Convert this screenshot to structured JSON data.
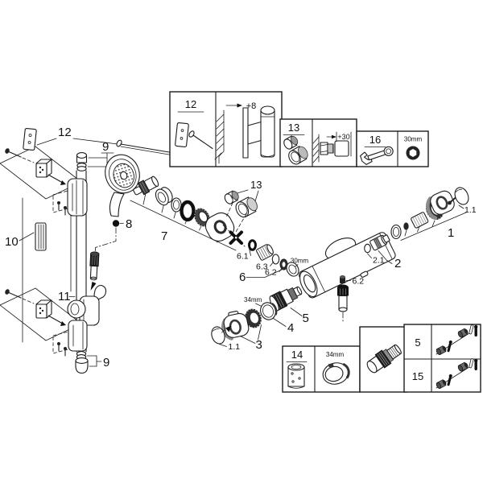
{
  "callouts": {
    "n1": "1",
    "n1_1": "1.1",
    "n2": "2",
    "n2_1": "2.1",
    "n3": "3",
    "n4": "4",
    "n5": "5",
    "n6": "6",
    "n6_1": "6.1",
    "n6_2": "6.2",
    "n6_3": "6.3",
    "n7": "7",
    "n8": "8",
    "n9": "9",
    "n10": "10",
    "n11": "11",
    "n12": "12",
    "n13": "13",
    "n14": "14",
    "n15": "15",
    "n16": "16"
  },
  "dimensions": {
    "offset8": "+8",
    "offset30": "+30",
    "mm30": "30mm",
    "mm34": "34mm"
  }
}
